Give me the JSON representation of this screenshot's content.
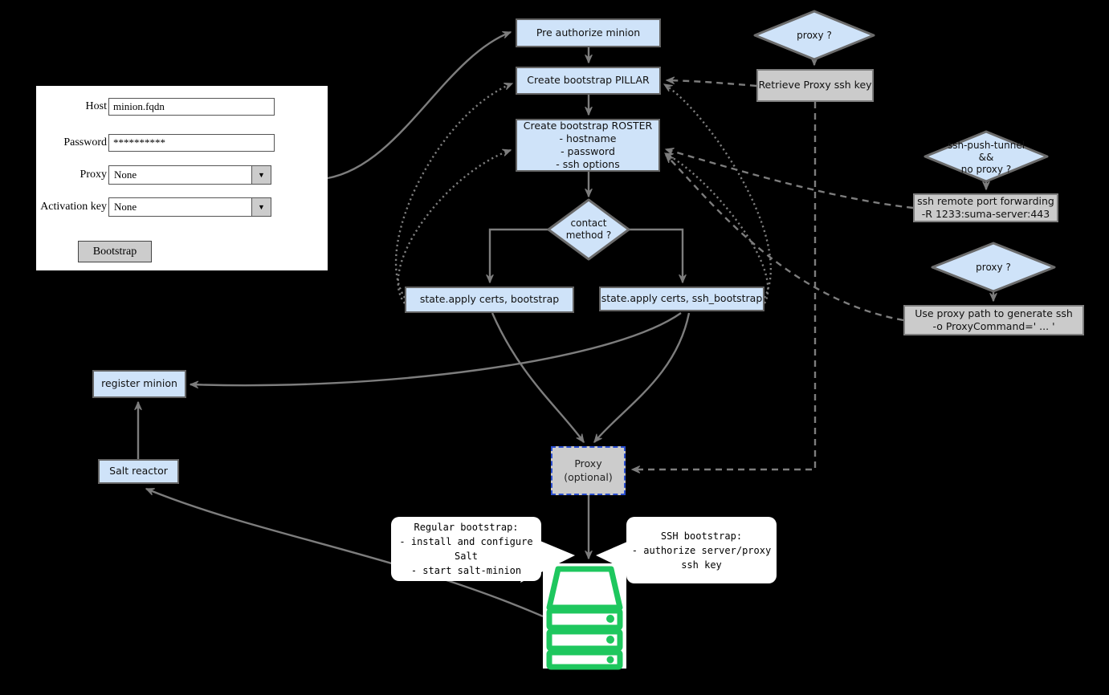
{
  "form": {
    "host_label": "Host",
    "host_value": "minion.fqdn",
    "password_label": "Password",
    "password_value": "**********",
    "proxy_label": "Proxy",
    "proxy_value": "None",
    "activation_label": "Activation key",
    "activation_value": "None",
    "bootstrap_label": "Bootstrap"
  },
  "icons": {
    "dropdown_arrow": "▼"
  },
  "nodes": {
    "pre_auth": "Pre authorize minion",
    "pillar": "Create bootstrap PILLAR",
    "roster": "Create bootstrap ROSTER\n- hostname\n- password\n- ssh options",
    "contact_q": "contact\nmethod ?",
    "sa_bootstrap": "state.apply certs, bootstrap",
    "sa_ssh": "state.apply certs, ssh_bootstrap",
    "proxy_q1": "proxy ?",
    "retrieve": "Retrieve Proxy ssh key",
    "tunnel_q": "ssh-push-tunnel\n&&\nno proxy ?",
    "ssh_fwd": "ssh remote port forwarding\n-R 1233:suma-server:443",
    "proxy_q2": "proxy ?",
    "use_proxy": "Use proxy path to generate ssh\n-o ProxyCommand=' ... '",
    "register": "register minion",
    "reactor": "Salt reactor",
    "proxy_opt": "Proxy\n(optional)"
  },
  "bubbles": {
    "regular": "Regular bootstrap:\n- install and configure\nSalt\n- start salt-minion",
    "ssh": "SSH bootstrap:\n- authorize server/proxy\nssh key"
  },
  "colors": {
    "node_blue": "#cfe3f9",
    "node_grey": "#cbcbcb",
    "arrow_grey": "#7d7d7d",
    "proxy_border_blue": "#2b4fd0",
    "server_green": "#1ec75e",
    "background": "#000000"
  }
}
